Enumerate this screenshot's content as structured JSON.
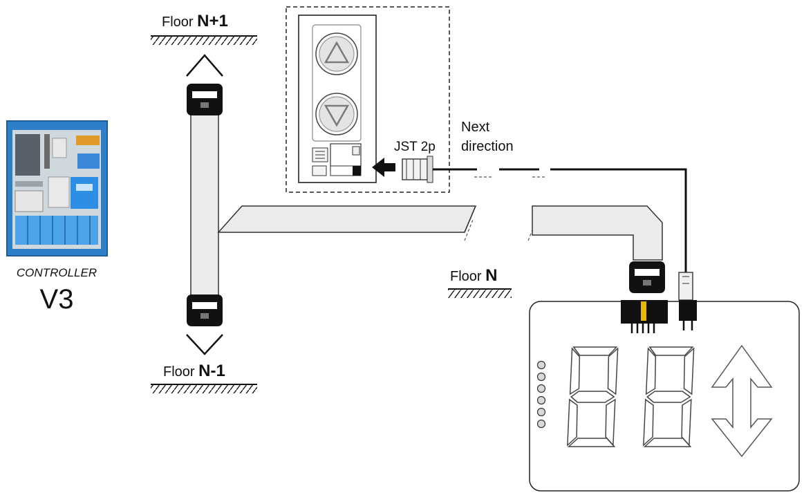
{
  "floors": {
    "upper": {
      "prefix": "Floor ",
      "level": "N+1"
    },
    "current": {
      "prefix": "Floor ",
      "level": "N"
    },
    "lower": {
      "prefix": "Floor ",
      "level": "N-1"
    }
  },
  "controller": {
    "caption": "CONTROLLER",
    "model": "V3"
  },
  "connector": {
    "label": "JST 2p"
  },
  "signal": {
    "line1": "Next",
    "line2": "direction"
  },
  "colors": {
    "controller_cabinet": "#2f7fc8",
    "ribbon_cable": "#ebebeb",
    "connector_body": "#111111",
    "pin_highlight": "#e6b800"
  }
}
